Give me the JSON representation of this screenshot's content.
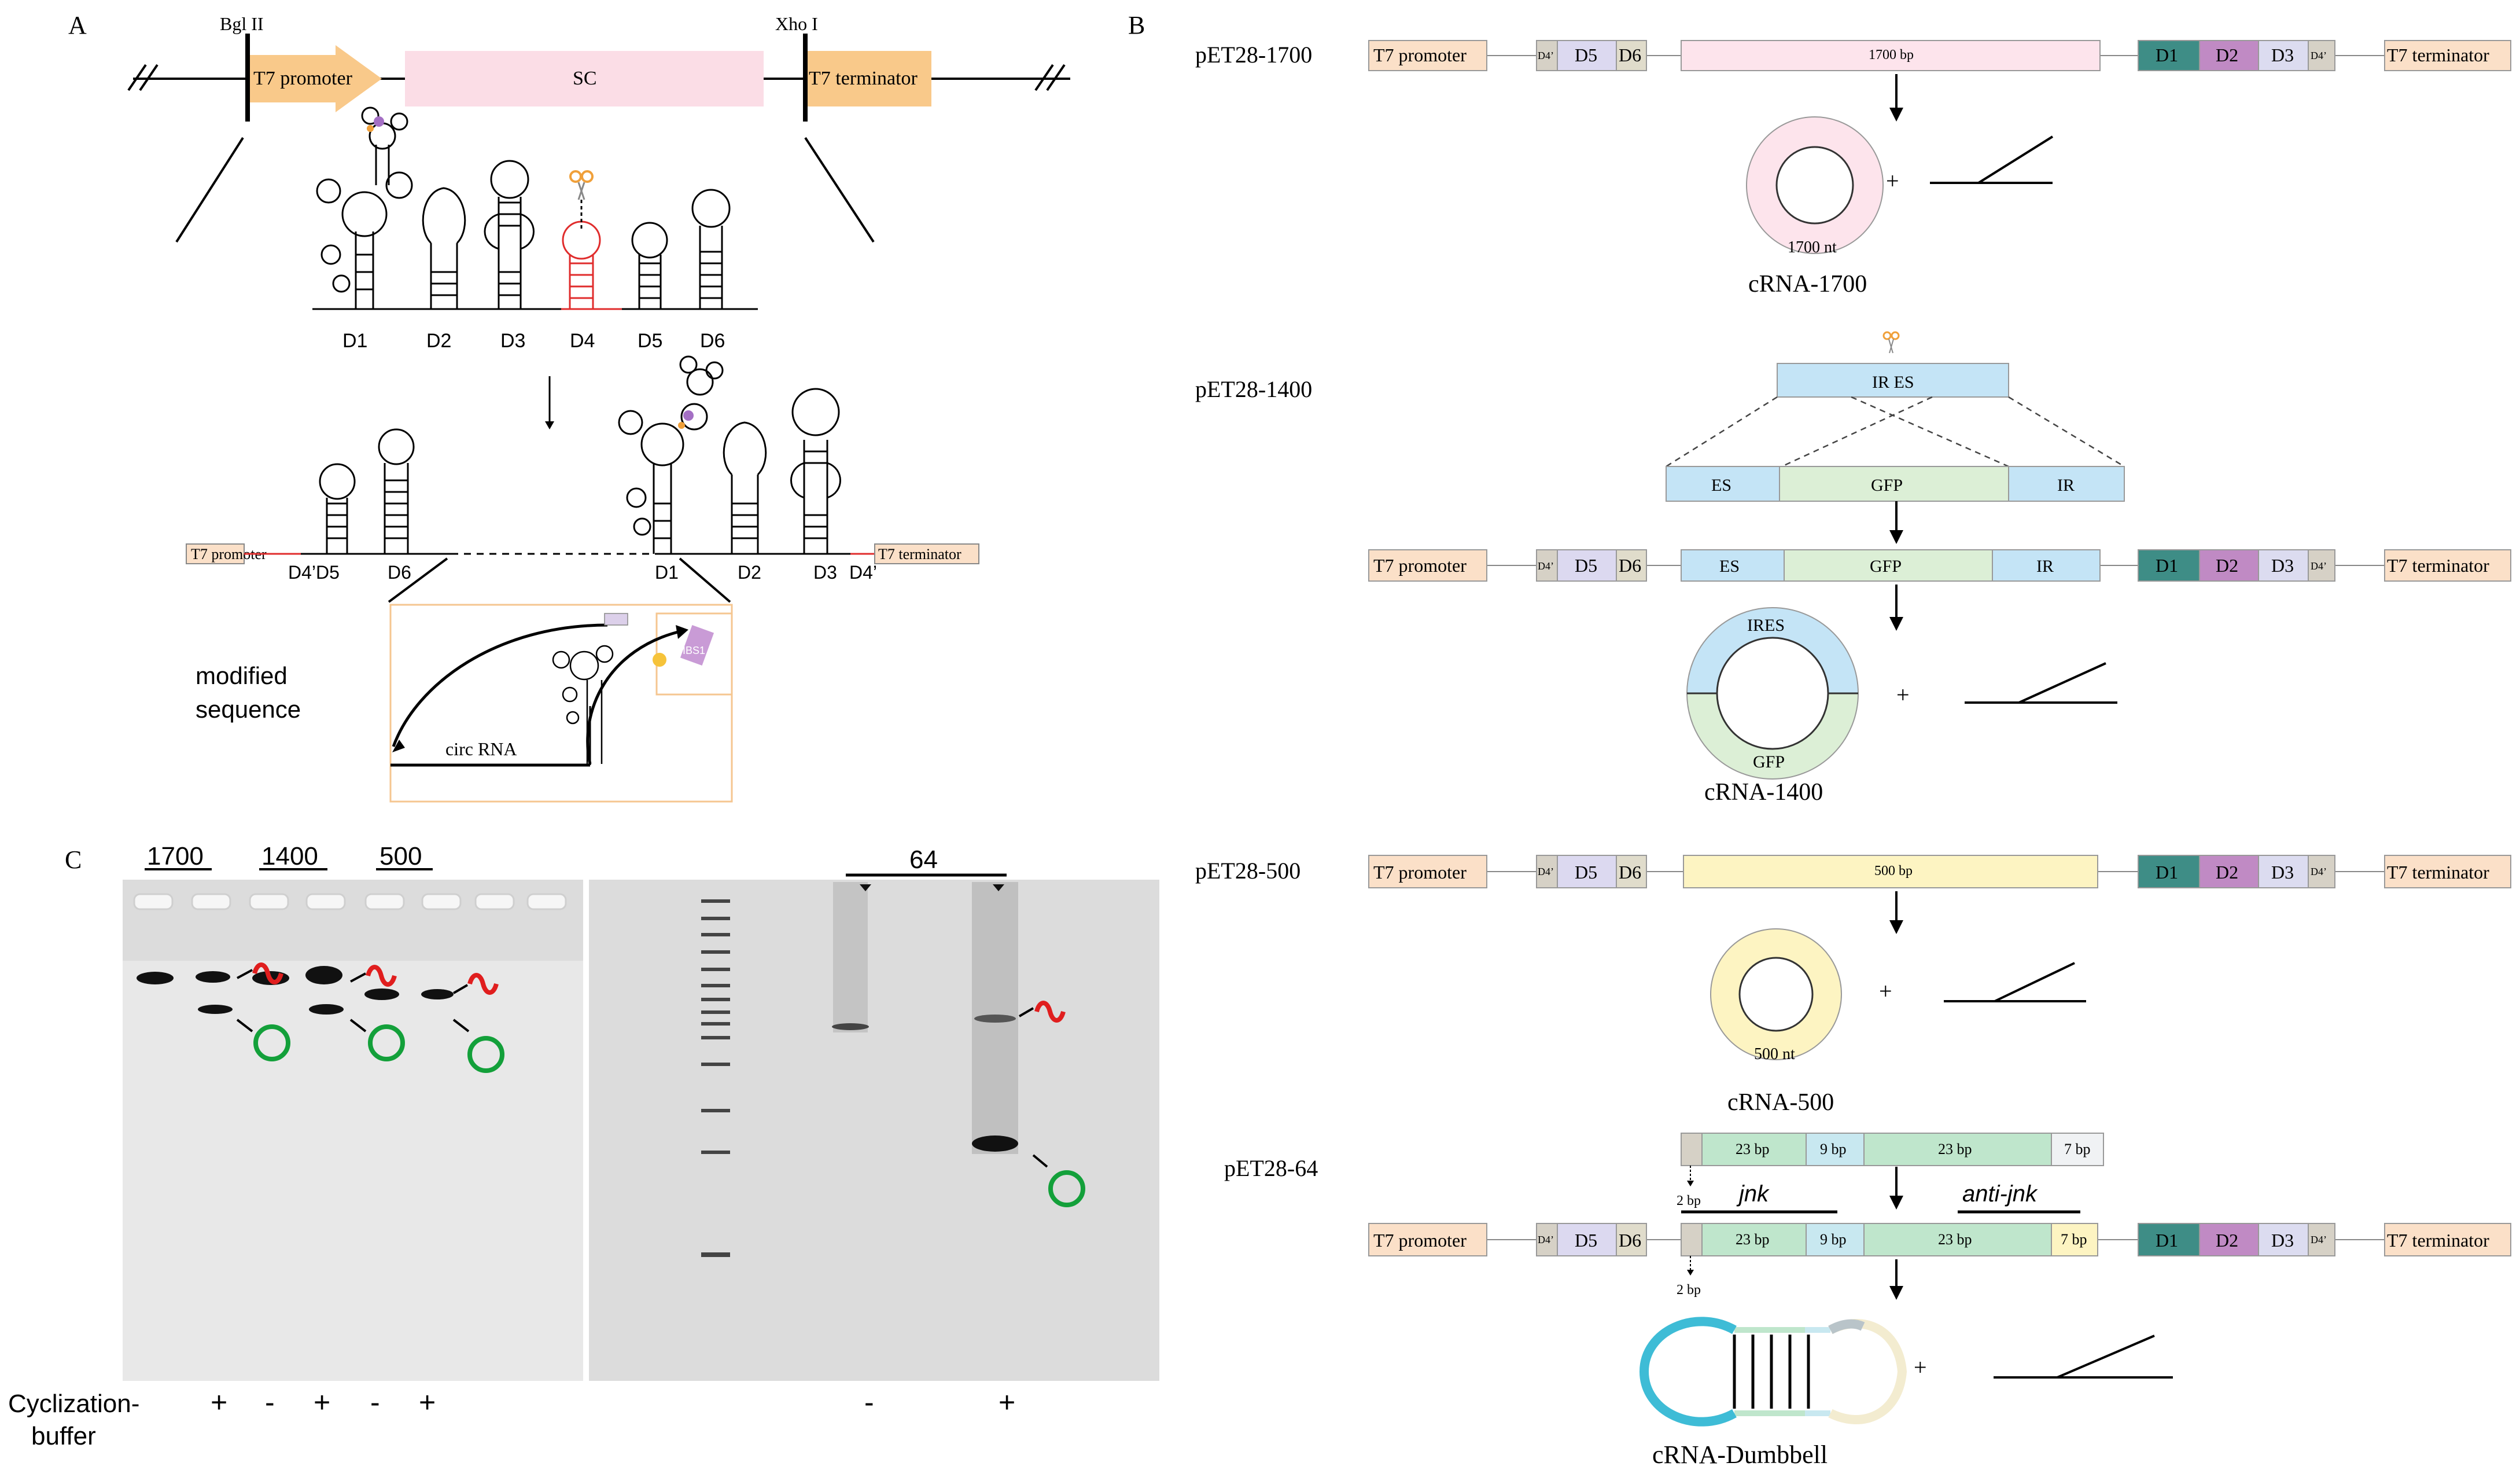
{
  "panels": {
    "a": "A",
    "b": "B",
    "c": "C"
  },
  "panel_a": {
    "bgl": "Bgl II",
    "xho": "Xho I",
    "t7_promoter": "T7 promoter",
    "sc": "SC",
    "t7_terminator": "T7 terminator",
    "domains": [
      "D1",
      "D2",
      "D3",
      "D4",
      "D5",
      "D6"
    ],
    "t7_promoter_small": "T7 promoter",
    "t7_terminator_small": "T7 terminator",
    "d4p_d5": "D4’D5",
    "d6": "D6",
    "d1": "D1",
    "d2": "D2",
    "d3_d4p": "D3",
    "d4p": "D4’",
    "modified_line1": "modified",
    "modified_line2": "sequence",
    "circ_rna": "circ RNA",
    "ibs": "IBS1",
    "colors": {
      "promoter": "#f9c98a",
      "sc": "#fbdde6",
      "stem_red": "#e02c2c"
    }
  },
  "panel_b": {
    "constructs": [
      {
        "name": "pET28-1700",
        "insert": "1700 bp",
        "circle_label": "1700 nt",
        "product": "cRNA-1700"
      },
      {
        "name": "pET28-1400",
        "insert_ires": "IR ES",
        "es": "ES",
        "gfp": "GFP",
        "ir": "IR",
        "circle_top": "IRES",
        "circle_bottom": "GFP",
        "product": "cRNA-1400"
      },
      {
        "name": "pET28-500",
        "insert": "500 bp",
        "circle_label": "500 nt",
        "product": "cRNA-500"
      },
      {
        "name": "pET28-64",
        "seg1": "23 bp",
        "seg2": "9 bp",
        "seg3": "23 bp",
        "seg4": "7 bp",
        "small": "2 bp",
        "jnk": "jnk",
        "anti_jnk": "anti-jnk",
        "product": "cRNA-Dumbbell"
      }
    ],
    "parts": {
      "t7_promoter": "T7 promoter",
      "d4p": "D4’",
      "d5": "D5",
      "d6": "D6",
      "d1": "D1",
      "d2": "D2",
      "d3": "D3",
      "t7_terminator": "T7 terminator"
    },
    "plus": "+",
    "colors": {
      "promoter": "#fbe0c8",
      "d4p": "#d6d1c6",
      "d5": "#dcd9f0",
      "d6": "#e0dccb",
      "d1": "#3e8d86",
      "d2": "#c08ac4",
      "d3": "#dcdcf0",
      "terminator": "#fbe0c8",
      "pink": "#fde4ec",
      "blue": "#c4e4f6",
      "green": "#dcefd6",
      "yellow": "#fdf4c2",
      "seg_green": "#bfe6cc",
      "seg_blue": "#c8e8f0"
    }
  },
  "panel_c": {
    "left_labels": [
      "1700",
      "1400",
      "500"
    ],
    "right_label": "64",
    "cyclization_line1": "Cyclization-",
    "cyclization_line2": "buffer",
    "left_signs": [
      "+",
      "-",
      "+",
      "-",
      "+"
    ],
    "right_signs": [
      "-",
      "+"
    ]
  }
}
